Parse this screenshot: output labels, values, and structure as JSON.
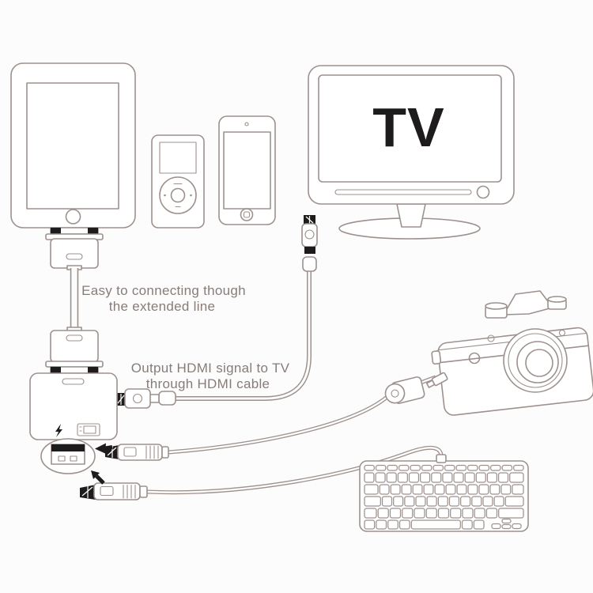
{
  "colors": {
    "bg": "#fcfcfc",
    "line": "#9d918d",
    "text": "#877c78",
    "black": "#1d1b1b"
  },
  "tv": {
    "label": "TV"
  },
  "annotations": {
    "extension_note_line1": "Easy to connecting though",
    "extension_note_line2": "the extended line",
    "hdmi_note_line1": "Output HDMI signal to TV",
    "hdmi_note_line2": "through HDMI cable"
  }
}
